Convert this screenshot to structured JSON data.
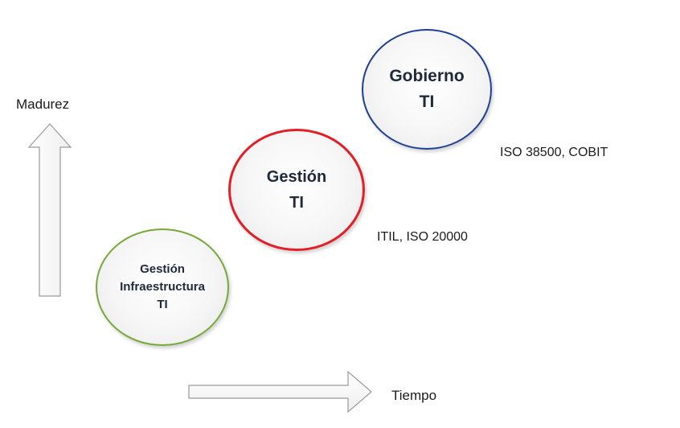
{
  "axes": {
    "y_label": "Madurez",
    "x_label": "Tiempo"
  },
  "stages": [
    {
      "lines": [
        "Gestión",
        "Infraestructura",
        "TI"
      ],
      "border_color": "#77a83a",
      "standard": ""
    },
    {
      "lines": [
        "Gestión",
        "TI"
      ],
      "border_color": "#e21f26",
      "standard": "ITIL, ISO 20000"
    },
    {
      "lines": [
        "Gobierno",
        "TI"
      ],
      "border_color": "#1f3f96",
      "standard": "ISO 38500, COBIT"
    }
  ]
}
